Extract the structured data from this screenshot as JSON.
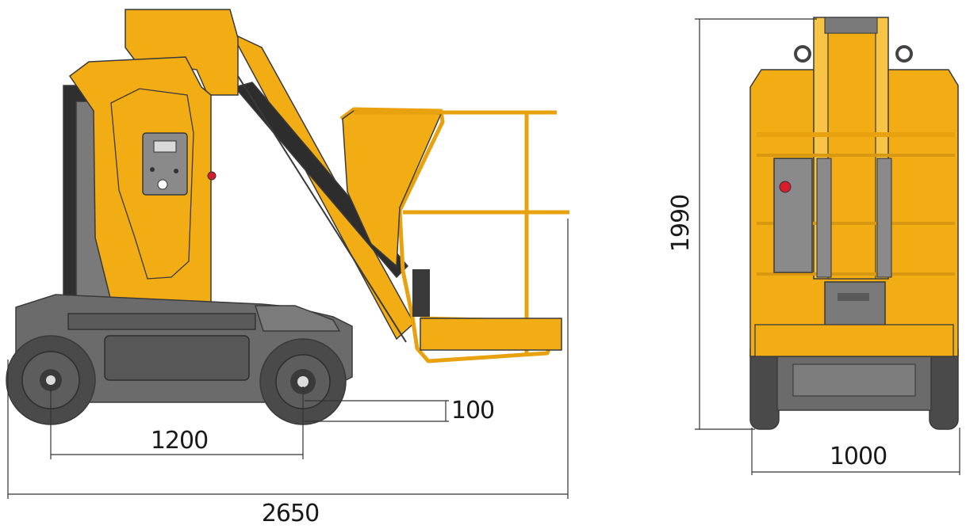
{
  "dimensions": {
    "overall_length": "2650",
    "wheelbase": "1200",
    "ground_clearance": "100",
    "height": "1990",
    "width": "1000"
  },
  "colors": {
    "body_yellow": "#f2ad14",
    "body_yellow_light": "#f8c445",
    "chassis_grey": "#6b6b6b",
    "chassis_dark": "#3d3d3d",
    "tire": "#4a4a4a",
    "control_panel": "#8a8a8a",
    "emergency_stop": "#d81c2c",
    "dimension_line": "#333333"
  }
}
